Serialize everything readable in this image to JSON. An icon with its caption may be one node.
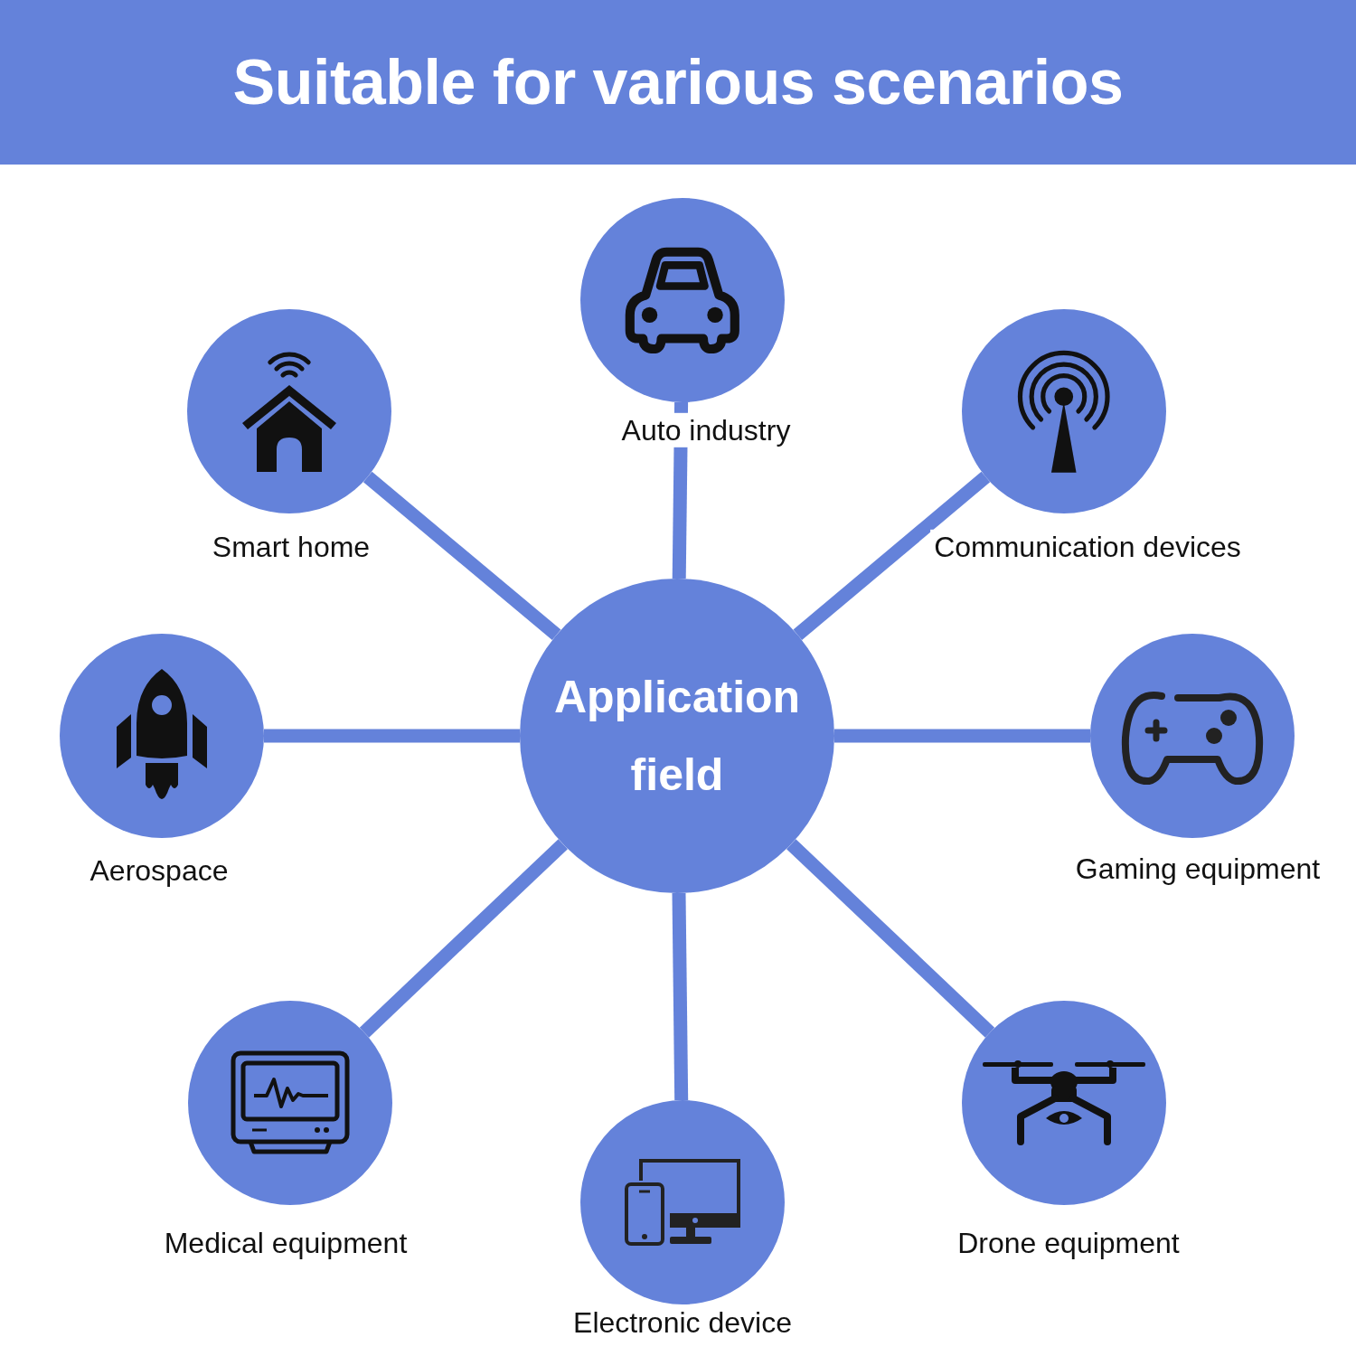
{
  "diagram": {
    "title": "Suitable for various scenarios",
    "nodes": [
      {
        "text": [
          "Application field"
        ]
      },
      {
        "text": [],
        "shape": "circle",
        "beside": [
          "Auto industry"
        ]
      },
      {
        "text": [],
        "shape": "circle",
        "beside": [
          "Communication devices"
        ]
      },
      {
        "text": [],
        "shape": "circle",
        "beside": [
          "Gaming equipment"
        ]
      },
      {
        "text": [],
        "shape": "circle",
        "beside": [
          "Drone equipment"
        ]
      },
      {
        "text": [],
        "shape": "circle",
        "beside": [
          "Electronic device"
        ]
      },
      {
        "text": [],
        "shape": "circle",
        "beside": [
          "Medical equipment"
        ]
      },
      {
        "text": [],
        "shape": "circle",
        "beside": [
          "Aerospace"
        ]
      },
      {
        "text": [],
        "shape": "circle",
        "beside": [
          "Smart home"
        ]
      }
    ],
    "edges": [
      {
        "from": 0,
        "to": 1,
        "arrow": "none"
      },
      {
        "from": 0,
        "to": 2,
        "arrow": "none"
      },
      {
        "from": 0,
        "to": 3,
        "arrow": "none"
      },
      {
        "from": 0,
        "to": 4,
        "arrow": "none"
      },
      {
        "from": 0,
        "to": 5,
        "arrow": "none"
      },
      {
        "from": 0,
        "to": 6,
        "arrow": "none"
      },
      {
        "from": 0,
        "to": 7,
        "arrow": "none"
      },
      {
        "from": 0,
        "to": 8,
        "arrow": "none"
      }
    ]
  }
}
